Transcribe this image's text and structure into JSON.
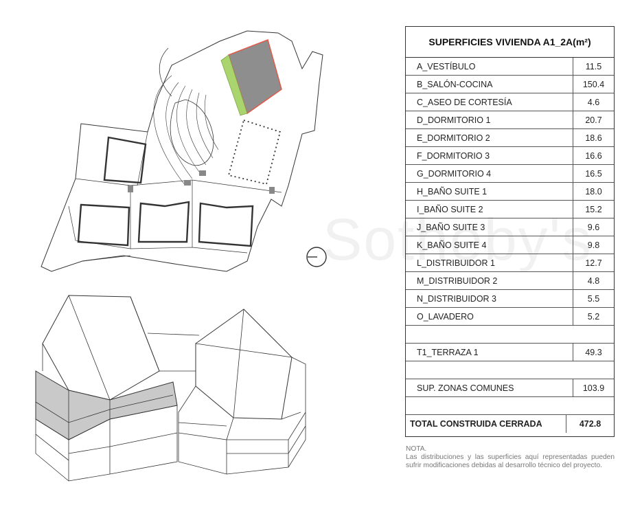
{
  "table": {
    "title": "SUPERFICIES VIVIENDA A1_2A(m²)",
    "rooms": [
      {
        "label": "A_VESTÍBULO",
        "value": "11.5"
      },
      {
        "label": "B_SALÓN-COCINA",
        "value": "150.4"
      },
      {
        "label": "C_ASEO DE CORTESÍA",
        "value": "4.6"
      },
      {
        "label": "D_DORMITORIO 1",
        "value": "20.7"
      },
      {
        "label": "E_DORMITORIO 2",
        "value": "18.6"
      },
      {
        "label": "F_DORMITORIO 3",
        "value": "16.6"
      },
      {
        "label": "G_DORMITORIO 4",
        "value": "16.5"
      },
      {
        "label": "H_BAÑO SUITE 1",
        "value": "18.0"
      },
      {
        "label": "I_BAÑO SUITE 2",
        "value": "15.2"
      },
      {
        "label": "J_BAÑO SUITE 3",
        "value": "9.6"
      },
      {
        "label": "K_BAÑO SUITE 4",
        "value": "9.8"
      },
      {
        "label": "L_DISTRIBUIDOR 1",
        "value": "12.7"
      },
      {
        "label": "M_DISTRIBUIDOR 2",
        "value": "4.8"
      },
      {
        "label": "N_DISTRIBUIDOR 3",
        "value": "5.5"
      },
      {
        "label": "O_LAVADERO",
        "value": "5.2"
      }
    ],
    "terrace": {
      "label": "T1_TERRAZA 1",
      "value": "49.3"
    },
    "common": {
      "label": "SUP. ZONAS COMUNES",
      "value": "103.9"
    },
    "total": {
      "label": "TOTAL CONSTRUIDA CERRADA",
      "value": "472.8"
    }
  },
  "note": {
    "title": "NOTA.",
    "body": "Las distribuciones y las superficies aquí representadas pueden sufrir modificaciones debidas al desarrollo técnico del proyecto."
  },
  "colors": {
    "highlight_fill": "#8e8e8e",
    "highlight_stroke": "#e05a4a",
    "terrace_green": "#a9d46e",
    "axon_highlight": "#c9c9c9",
    "line": "#333333"
  }
}
